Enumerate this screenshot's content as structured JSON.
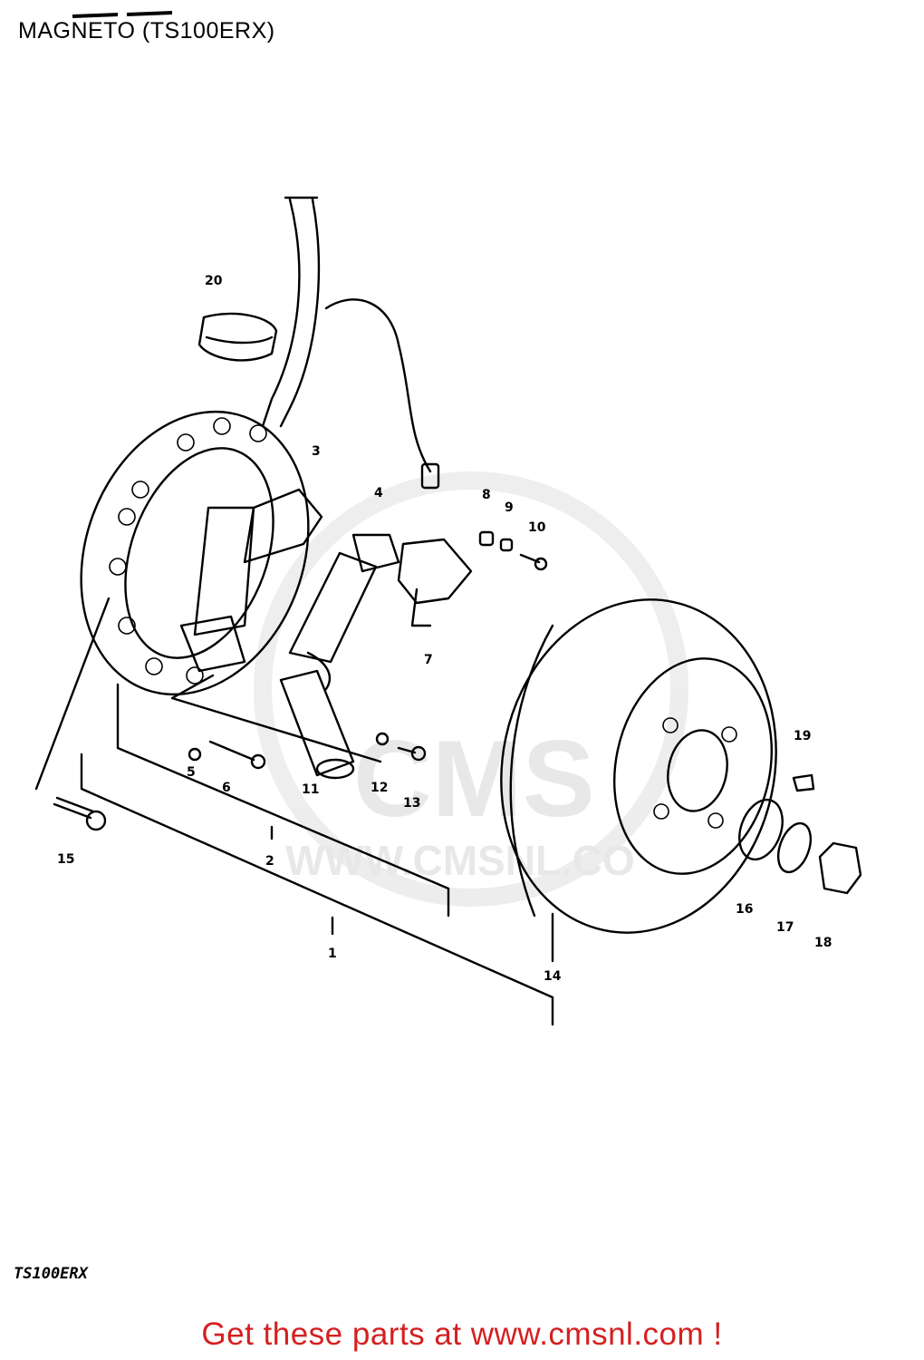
{
  "page_title": "MAGNETO (TS100ERX)",
  "model_code": "TS100ERX",
  "footer_cta": "Get these parts at www.cmsnl.com !",
  "watermark": {
    "brand": "CMS",
    "url": "WWW.CMSNL.CO"
  },
  "callouts": [
    "1",
    "2",
    "3",
    "4",
    "5",
    "6",
    "7",
    "8",
    "9",
    "10",
    "11",
    "12",
    "13",
    "14",
    "15",
    "16",
    "17",
    "18",
    "19",
    "20"
  ],
  "colors": {
    "cta_text": "#d42020",
    "line": "#000000",
    "watermark": "#e6e6e6"
  }
}
